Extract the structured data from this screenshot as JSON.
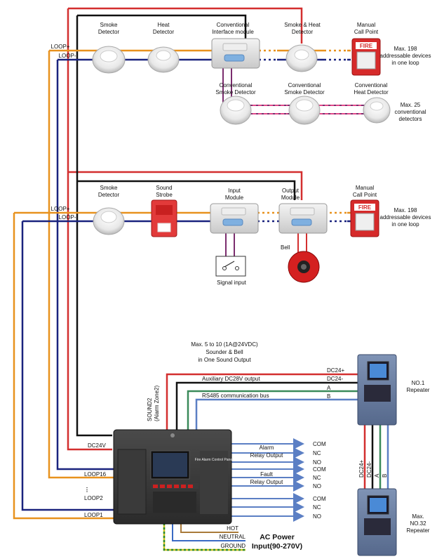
{
  "top_row": {
    "loop_plus": "LOOP+",
    "loop_minus": "LOOP-",
    "smoke_1": "Smoke",
    "smoke_2": "Detector",
    "heat_1": "Heat",
    "heat_2": "Detector",
    "iface_1": "Conventional",
    "iface_2": "Interface module",
    "smokeheat_1": "Smoke & Heat",
    "smokeheat_2": "Detector",
    "mcp_1": "Manual",
    "mcp_2": "Call Point",
    "max_1": "Max. 198",
    "max_2": "addressable devices",
    "max_3": "in one loop",
    "fire_text": "FIRE"
  },
  "conventional_row": {
    "csd1_1": "Conventional",
    "csd1_2": "Smoke Detector",
    "csd2_1": "Conventional",
    "csd2_2": "Smoke Detector",
    "chd_1": "Conventional",
    "chd_2": "Heat Detector",
    "max_1": "Max. 25",
    "max_2": "conventional",
    "max_3": "detectors"
  },
  "second_row": {
    "loop_plus": "LOOP+",
    "loop_minus": "LOOP-",
    "smoke_1": "Smoke",
    "smoke_2": "Detector",
    "strobe_1": "Sound",
    "strobe_2": "Strobe",
    "input_1": "Input",
    "input_2": "Module",
    "output_1": "Output",
    "output_2": "Module",
    "mcp_1": "Manual",
    "mcp_2": "Call Point",
    "max_1": "Max. 198",
    "max_2": "addressable devices",
    "max_3": "in one loop",
    "bell": "Bell",
    "signal_input": "Signal input",
    "fire_text": "FIRE"
  },
  "panel_section": {
    "sound_1": "Max. 5  to 10 (1A@24VDC)",
    "sound_2": "Sounder & Bell",
    "sound_3": "in One Sound Output",
    "sound2_1": "SOUND2",
    "sound2_2": "(Alarm Zone2)",
    "aux": "Auxiliary  DC28V output",
    "rs485": "RS485 communication bus",
    "dc24p": "DC24+",
    "dc24m": "DC24-",
    "a": "A",
    "b": "B",
    "dc24v": "DC24V",
    "loop16": "LOOP16",
    "loop2": "LOOP2",
    "loop1": "LOOP1",
    "panel_title": "Fire Alarm Control Panel",
    "alarm_1": "Alarm",
    "alarm_2": "Relay Output",
    "fault_1": "Fault",
    "fault_2": "Relay Output",
    "com": "COM",
    "nc": "NC",
    "no": "NO",
    "hot": "HOT",
    "neutral": "NEUTRAL",
    "ground": "GROUND",
    "ac_1": "AC Power",
    "ac_2": "Input(90-270V)"
  },
  "repeaters": {
    "r1_1": "NO.1",
    "r1_2": "Repeater",
    "r32_1": "Max.",
    "r32_2": "NO.32",
    "r32_3": "Repeater",
    "v_dc24p": "DC24+",
    "v_dc24m": "DC24-",
    "v_a": "A",
    "v_b": "B"
  },
  "colors": {
    "loop_orange": "#e8921e",
    "loop_navy": "#1a237e",
    "power_red": "#d32f2f",
    "black": "#111111",
    "green_bus": "#3a8a5a",
    "blue_bus": "#5b7fc4",
    "purple_conv": "#7b2d6e",
    "pink_dash": "#e24a8a"
  }
}
